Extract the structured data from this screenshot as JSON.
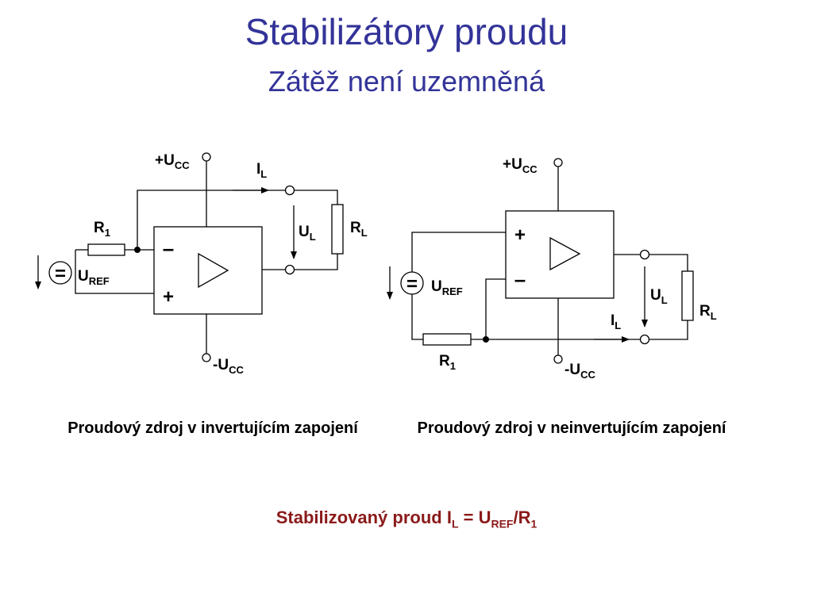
{
  "title": "Stabilizátory proudu",
  "subtitle": "Zátěž není uzemněná",
  "labels": {
    "u": "U",
    "cc": "CC",
    "plus": "+",
    "minus": "-",
    "i": "I",
    "l": "L",
    "r": "R",
    "one": "1",
    "ref": "REF",
    "eq": "=",
    "op_minus": "–",
    "op_plus": "+"
  },
  "captions": {
    "left": "Proudový zdroj v invertujícím zapojení",
    "right": "Proudový zdroj v neinvertujícím zapojení"
  },
  "formula": {
    "prefix": "Stabilizovaný proud I",
    "sub_l": "L",
    "eq": " = U",
    "sub_ref": "REF",
    "slash": "/R",
    "sub_1": "1"
  },
  "colors": {
    "title": "#333399",
    "formula": "#8b1a1a"
  }
}
